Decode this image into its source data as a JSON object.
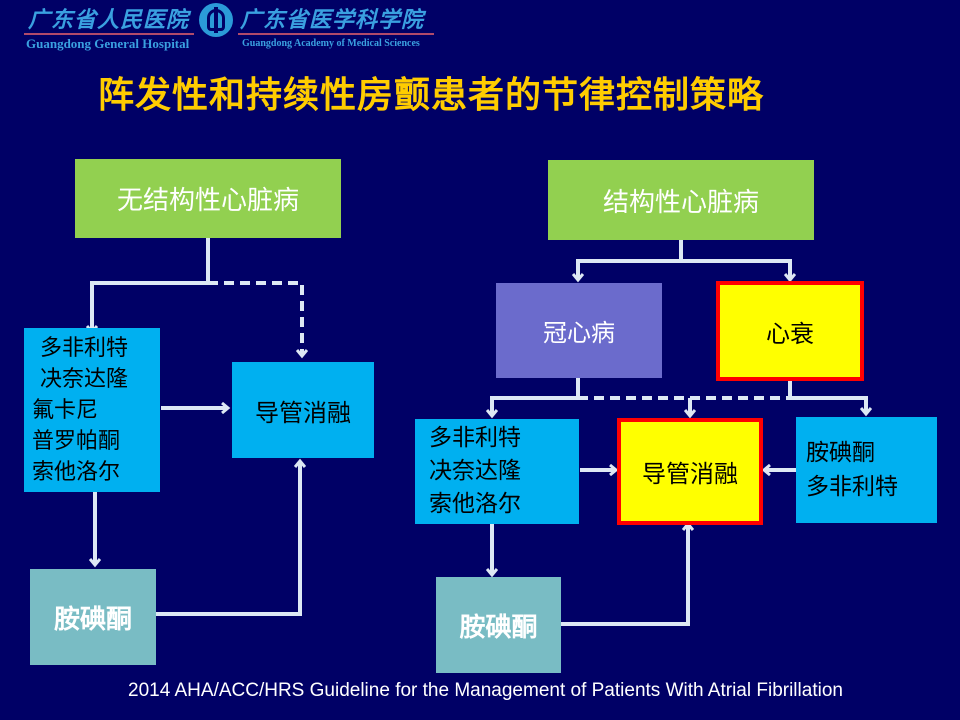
{
  "header": {
    "hospital_cn": "广东省人民医院",
    "hospital_en": "Guangdong General Hospital",
    "academy_cn": "广东省医学科学院",
    "academy_en": "Guangdong Academy of Medical Sciences",
    "logo_icon": "hospital-emblem-icon"
  },
  "title": "阵发性和持续性房颤患者的节律控制策略",
  "left_branch": {
    "root": "无结构性心脏病",
    "drugs": [
      "多非利特",
      "决奈达隆",
      "氟卡尼",
      "普罗帕酮",
      "索他洛尔"
    ],
    "ablation": "导管消融",
    "amiodarone": "胺碘酮"
  },
  "right_branch": {
    "root": "结构性心脏病",
    "cad": "冠心病",
    "hf": "心衰",
    "cad_drugs": [
      "多非利特",
      "决奈达隆",
      "索他洛尔"
    ],
    "ablation": "导管消融",
    "hf_drugs": [
      "胺碘酮",
      "多非利特"
    ],
    "amiodarone": "胺碘酮"
  },
  "footer": "2014 AHA/ACC/HRS Guideline for the Management of Patients With Atrial Fibrillation",
  "colors": {
    "background": "#000066",
    "title": "#ffcc00",
    "root_box": "#92d050",
    "drug_box": "#00b0f0",
    "cad_box": "#6b6bcc",
    "highlight_box": "#ffff00",
    "highlight_border": "#ff0000",
    "amiodarone_box": "#79bcc4",
    "connector": "#dde8f4"
  }
}
